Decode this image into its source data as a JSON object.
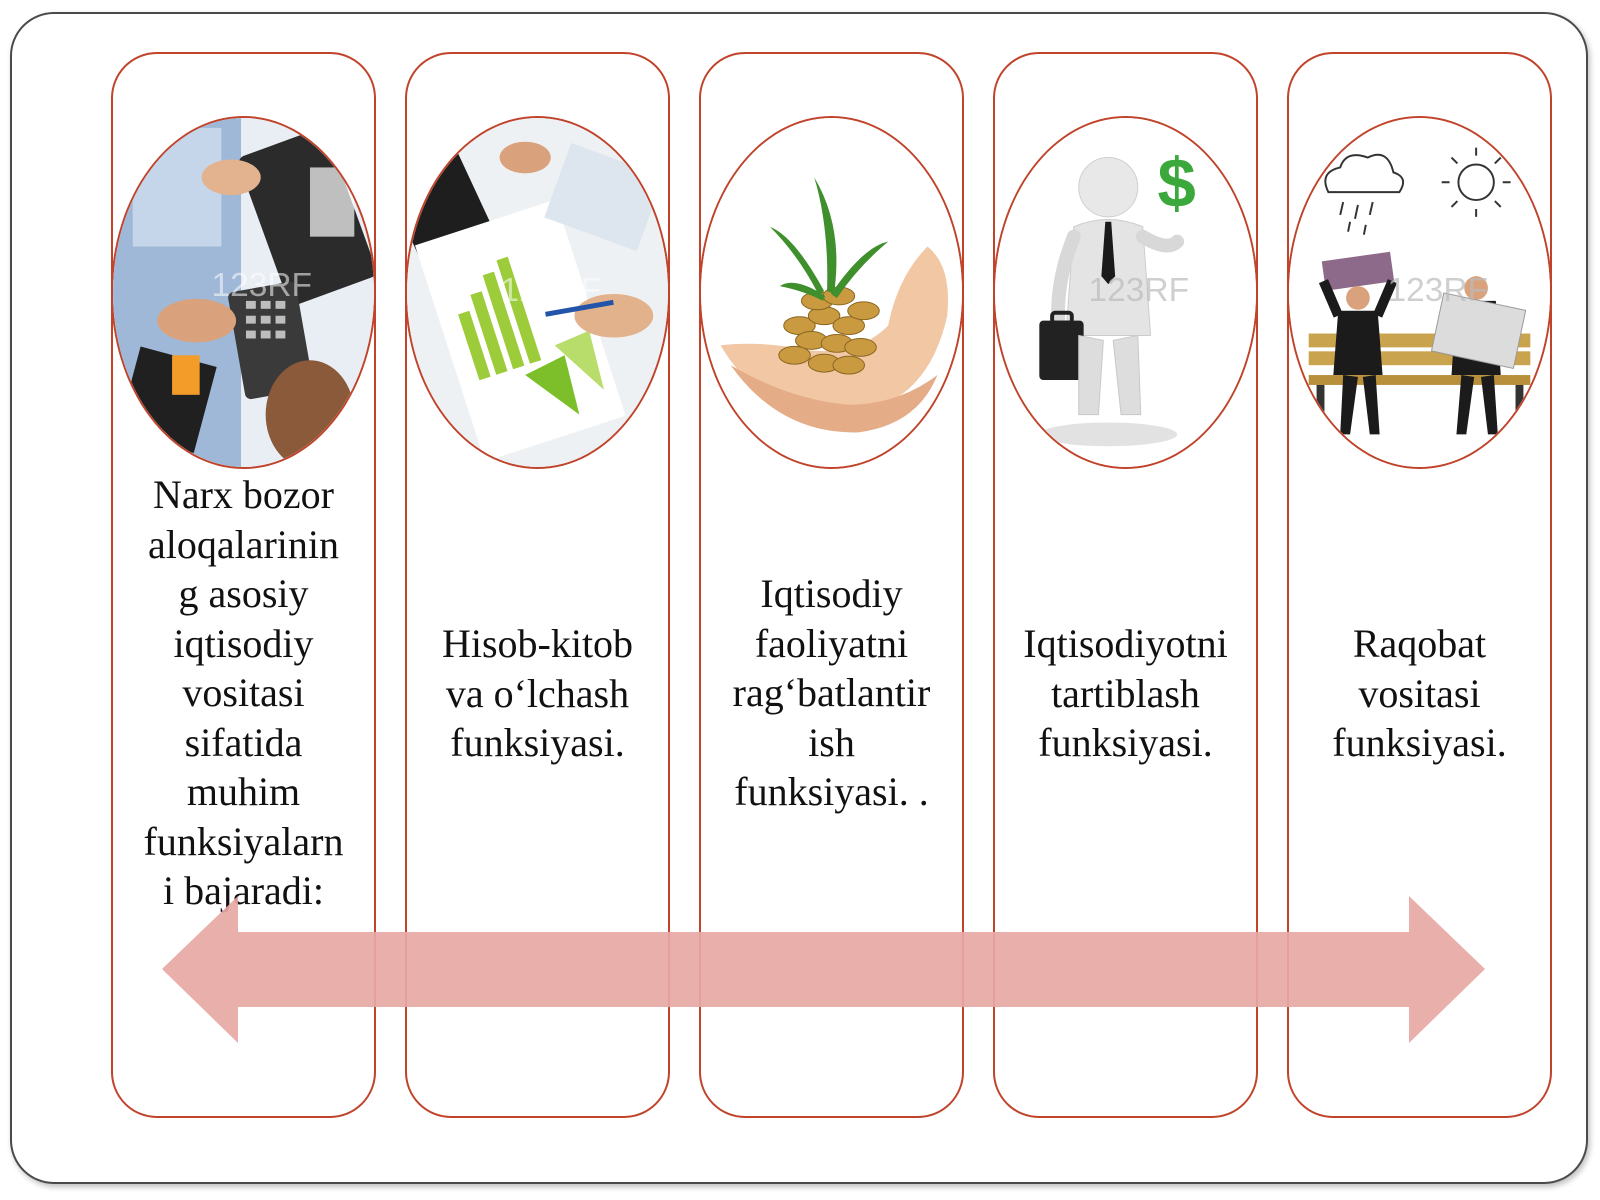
{
  "colors": {
    "frame_border": "#4a4a4a",
    "column_border": "#c0432a",
    "arrow_fill": "#e7a8a4",
    "text": "#111111"
  },
  "columns": [
    {
      "image": "business-team-calculator-image",
      "caption_lines": [
        "Narx bozor",
        "aloqalarinin",
        "g asosiy",
        "iqtisodiy",
        "vositasi",
        "sifatida",
        "muhim",
        "funksiyalarn",
        "i bajaradi:"
      ]
    },
    {
      "image": "financial-charts-document-image",
      "caption_lines": [
        "Hisob-kitob",
        "va o‘lchash",
        "funksiyasi."
      ]
    },
    {
      "image": "hands-coins-sprout-image",
      "caption_lines": [
        "Iqtisodiy",
        "faoliyatni",
        "rag‘batlantir",
        "ish",
        "funksiyasi.  ."
      ]
    },
    {
      "image": "3d-businessman-dollar-image",
      "caption_lines": [
        "Iqtisodiyotni",
        "tartiblash",
        "funksiyasi."
      ]
    },
    {
      "image": "businessmen-bench-weather-image",
      "caption_lines": [
        "Raqobat",
        "vositasi",
        "funksiyasi."
      ]
    }
  ],
  "watermarks": [
    "123RF",
    "123RF",
    "123RF",
    "123RF"
  ],
  "arrow": {
    "direction": "double-headed-horizontal"
  }
}
